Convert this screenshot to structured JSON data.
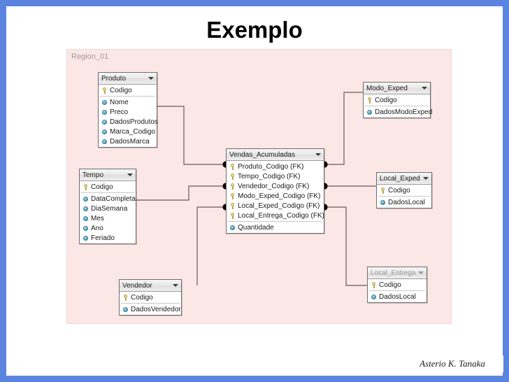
{
  "slide": {
    "title": "Exemplo",
    "border_color": "#5b84e0",
    "background": "#ffffff"
  },
  "footer": {
    "author": "Asterio K. Tanaka"
  },
  "diagram": {
    "region_label": "Region_01",
    "canvas_color": "#fbe7e6",
    "entities": [
      {
        "id": "produto",
        "name": "Produto",
        "dimmed": false,
        "fields": [
          {
            "label": "Codigo",
            "icon": "key-icon",
            "key": true
          },
          {
            "label": "Nome",
            "icon": "attribute-icon",
            "key": false
          },
          {
            "label": "Preco",
            "icon": "attribute-icon",
            "key": false
          },
          {
            "label": "DadosProdutos",
            "icon": "attribute-icon",
            "key": false
          },
          {
            "label": "Marca_Codigo",
            "icon": "attribute-icon",
            "key": false
          },
          {
            "label": "DadosMarca",
            "icon": "attribute-icon",
            "key": false
          }
        ]
      },
      {
        "id": "tempo",
        "name": "Tempo",
        "dimmed": false,
        "fields": [
          {
            "label": "Codigo",
            "icon": "key-icon",
            "key": true
          },
          {
            "label": "DataCompleta",
            "icon": "attribute-icon",
            "key": false
          },
          {
            "label": "DiaSemana",
            "icon": "attribute-icon",
            "key": false
          },
          {
            "label": "Mes",
            "icon": "attribute-icon",
            "key": false
          },
          {
            "label": "Ano",
            "icon": "attribute-icon",
            "key": false
          },
          {
            "label": "Feriado",
            "icon": "attribute-icon",
            "key": false
          }
        ]
      },
      {
        "id": "vendedor",
        "name": "Vendedor",
        "dimmed": false,
        "fields": [
          {
            "label": "Codigo",
            "icon": "key-icon",
            "key": true
          },
          {
            "label": "DadosVendedor",
            "icon": "attribute-icon",
            "key": false
          }
        ]
      },
      {
        "id": "vendas_acumuladas",
        "name": "Vendas_Acumuladas",
        "dimmed": false,
        "fields": [
          {
            "label": "Produto_Codigo (FK)",
            "icon": "key-icon",
            "key": true
          },
          {
            "label": "Tempo_Codigo (FK)",
            "icon": "key-icon",
            "key": true
          },
          {
            "label": "Vendedor_Codigo (FK)",
            "icon": "key-icon",
            "key": true
          },
          {
            "label": "Modo_Exped_Codigo (FK)",
            "icon": "key-icon",
            "key": true
          },
          {
            "label": "Local_Exped_Codigo (FK)",
            "icon": "key-icon",
            "key": true
          },
          {
            "label": "Local_Entrega_Codigo (FK)",
            "icon": "key-icon",
            "key": true
          },
          {
            "label": "Quantidade",
            "icon": "attribute-icon",
            "key": false
          }
        ]
      },
      {
        "id": "modo_exped",
        "name": "Modo_Exped",
        "dimmed": false,
        "fields": [
          {
            "label": "Codigo",
            "icon": "key-icon",
            "key": true
          },
          {
            "label": "DadosModoExped",
            "icon": "attribute-icon",
            "key": false
          }
        ]
      },
      {
        "id": "local_exped",
        "name": "Local_Exped",
        "dimmed": false,
        "fields": [
          {
            "label": "Codigo",
            "icon": "key-icon",
            "key": true
          },
          {
            "label": "DadosLocal",
            "icon": "attribute-icon",
            "key": false
          }
        ]
      },
      {
        "id": "local_entrega",
        "name": "Local_Entrega",
        "dimmed": true,
        "fields": [
          {
            "label": "Codigo",
            "icon": "key-icon",
            "key": true
          },
          {
            "label": "DadosLocal",
            "icon": "attribute-icon",
            "key": false
          }
        ]
      }
    ],
    "relationships": [
      {
        "from": "produto",
        "to": "vendas_acumuladas"
      },
      {
        "from": "tempo",
        "to": "vendas_acumuladas"
      },
      {
        "from": "vendedor",
        "to": "vendas_acumuladas"
      },
      {
        "from": "vendas_acumuladas",
        "to": "modo_exped"
      },
      {
        "from": "vendas_acumuladas",
        "to": "local_exped"
      },
      {
        "from": "vendas_acumuladas",
        "to": "local_entrega"
      }
    ]
  }
}
